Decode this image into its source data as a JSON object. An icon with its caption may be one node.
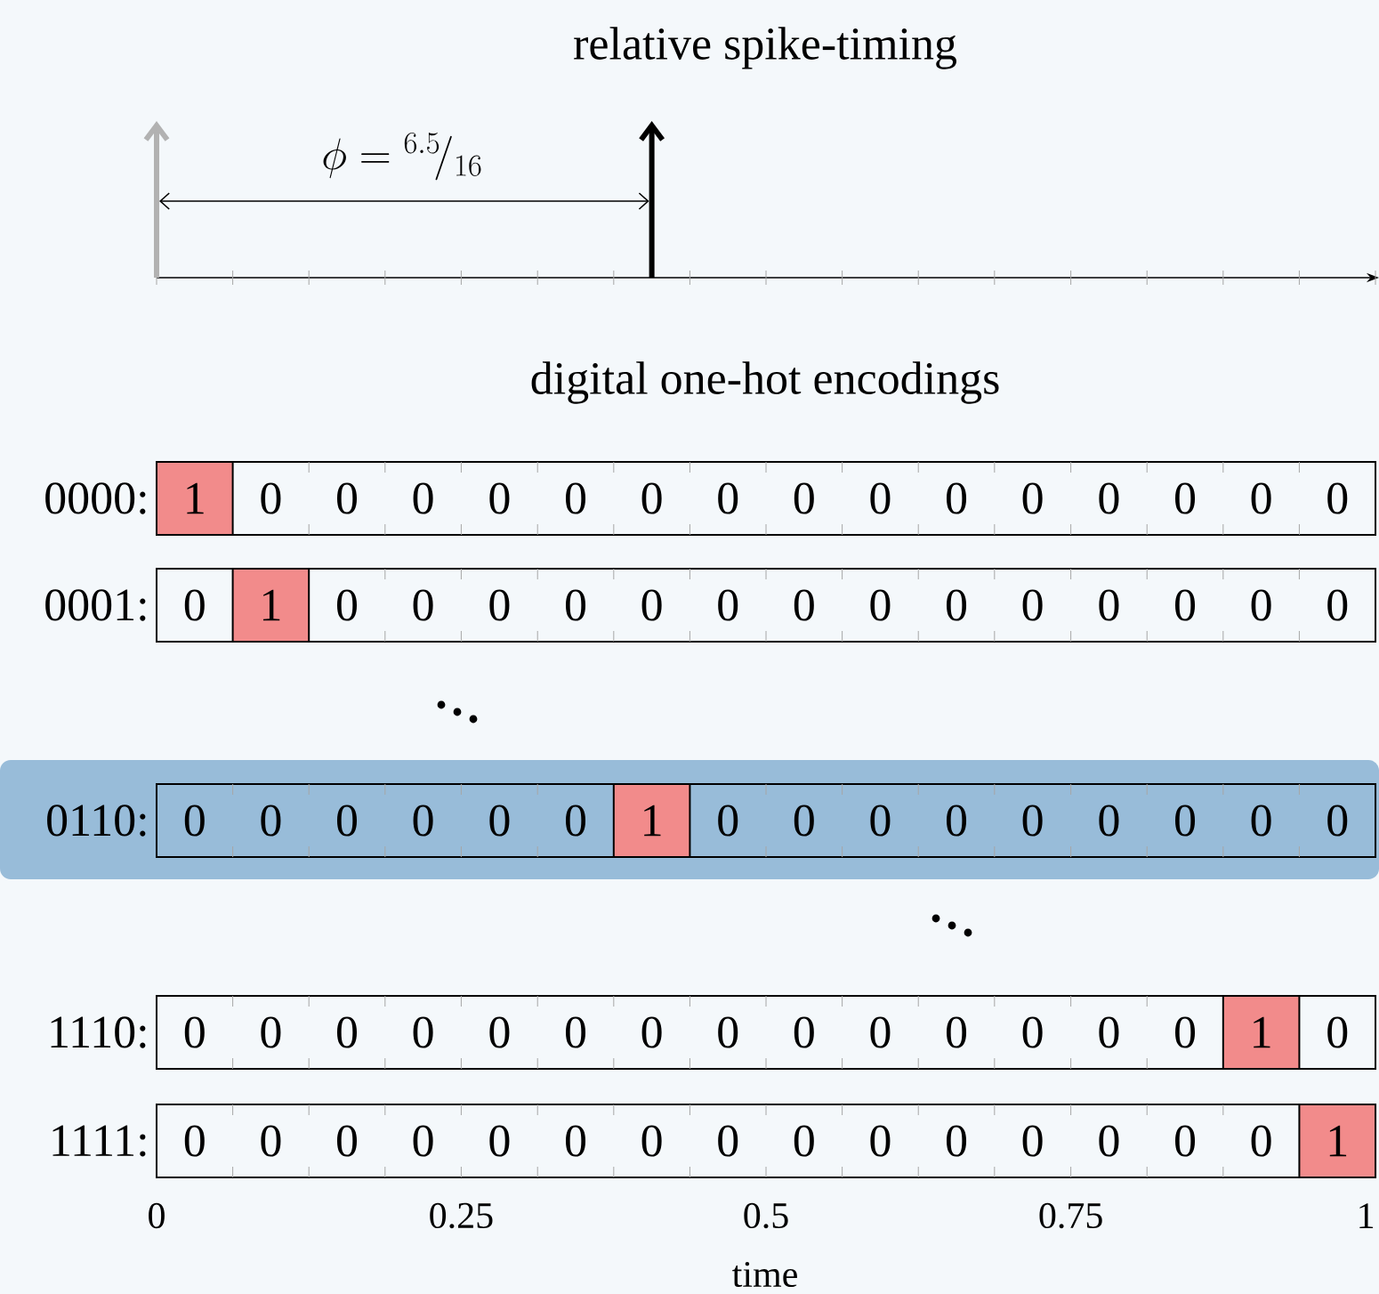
{
  "diagram": {
    "labels": [
      "relative spike-timing",
      "\\phi = {}^{6.5}\\!/_{16}",
      "digital one-hot encodings",
      "0000:",
      "1",
      "0",
      "0",
      "0",
      "0",
      "0",
      "0",
      "0",
      "0",
      "0",
      "0",
      "0",
      "0",
      "0",
      "0",
      "0",
      "0001:",
      "0",
      "1",
      "0",
      "0",
      "0",
      "0",
      "0",
      "0",
      "0",
      "0",
      "0",
      "0",
      "0",
      "0",
      "0",
      "0",
      "0110:",
      "0",
      "0",
      "0",
      "0",
      "0",
      "0",
      "1",
      "0",
      "0",
      "0",
      "0",
      "0",
      "0",
      "0",
      "0",
      "0",
      "1110:",
      "0",
      "0",
      "0",
      "0",
      "0",
      "0",
      "0",
      "0",
      "0",
      "0",
      "0",
      "0",
      "0",
      "0",
      "1",
      "0",
      "1111:",
      "0",
      "0",
      "0",
      "0",
      "0",
      "0",
      "0",
      "0",
      "0",
      "0",
      "0",
      "0",
      "0",
      "0",
      "0",
      "1",
      "0",
      "0.25",
      "0.5",
      "0.75",
      "1",
      "time"
    ]
  }
}
